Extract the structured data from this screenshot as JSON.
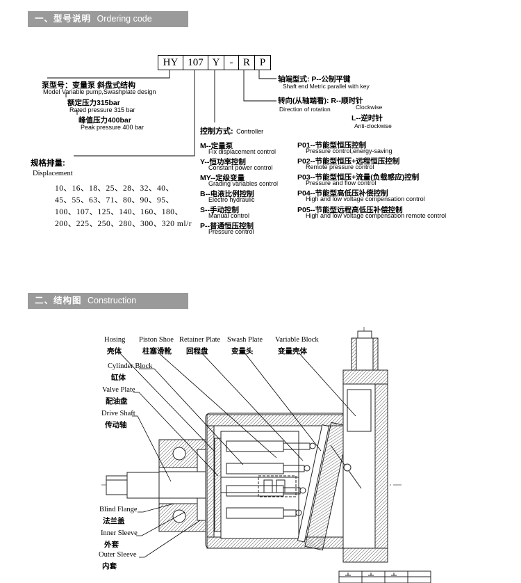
{
  "section1": {
    "title_cn": "一、型号说明",
    "title_en": "Ordering code"
  },
  "section2": {
    "title_cn": "二、结构图",
    "title_en": "Construction"
  },
  "code": {
    "cells": [
      "HY",
      "107",
      "Y",
      "-",
      "R",
      "P"
    ]
  },
  "model_block": {
    "cn1": "泵型号：变量泵  斜盘式结构",
    "en1": "Model  Variable pump,Swashplate design",
    "cn2": "额定压力315bar",
    "en2": "Rated pressure 315 bar",
    "cn3": "峰值压力400bar",
    "en3": "Peak pressure 400 bar"
  },
  "displacement": {
    "label_cn": "规格排量:",
    "label_en": "Displacement",
    "rows": [
      "10、16、18、25、28、32、40、",
      "45、55、63、71、80、90、95、",
      "100、107、125、140、160、180、",
      "200、225、250、280、300、320 ml/r"
    ]
  },
  "controller": {
    "label_cn": "控制方式:",
    "label_en": "Controller",
    "items": [
      {
        "cn": "M--定量泵",
        "en": "Fix displacement control"
      },
      {
        "cn": "Y--恒功率控制",
        "en": "Constant power control"
      },
      {
        "cn": "MY--定级变量",
        "en": "Grading variables control"
      },
      {
        "cn": "B--电液比例控制",
        "en": "Electro hydraulic"
      },
      {
        "cn": "S--手动控制",
        "en": "Manual control"
      },
      {
        "cn": "P--普通恒压控制",
        "en": "Pressure control"
      }
    ]
  },
  "p_controls": {
    "items": [
      {
        "cn": "P01--节能型恒压控制",
        "en": "Pressure control,energy-saving"
      },
      {
        "cn": "P02--节能型恒压+远程恒压控制",
        "en": "Remote pressure control"
      },
      {
        "cn": "P03--节能型恒压+流量(负载感应)控制",
        "en": "Pressure and flow control"
      },
      {
        "cn": "P04--节能型高低压补偿控制",
        "en": "High and low voltage compensation control"
      },
      {
        "cn": "P05--节能型远程高低压补偿控制",
        "en": "High and low voltage compensation  remote control"
      }
    ]
  },
  "shaft_end": {
    "cn": "轴端型式:  P--公制平键",
    "en": "Shaft end  Metric parallel with key"
  },
  "rotation": {
    "cn": "转向(从轴端看):  R--顺时针",
    "en": "Direction of rotation",
    "cw": "Clockwise",
    "l_cn": "L--逆时针",
    "ccw": "Anti-clockwise"
  },
  "construction": {
    "top_labels": [
      {
        "en": "Hosing",
        "cn": "壳体"
      },
      {
        "en": "Piston Shoe",
        "cn": "柱塞滑靴"
      },
      {
        "en": "Retainer Plate",
        "cn": "回程盘"
      },
      {
        "en": "Swash Plate",
        "cn": "变量头"
      },
      {
        "en": "Variable Block",
        "cn": "变量壳体"
      }
    ],
    "side_labels": [
      {
        "en": "Cylinder Block",
        "cn": "缸体"
      },
      {
        "en": "Valve Plate",
        "cn": "配油盘"
      },
      {
        "en": "Drive Shaft",
        "cn": "传动轴"
      },
      {
        "en": "Blind Flange",
        "cn": "法兰盖"
      },
      {
        "en": "Inner Sleeve",
        "cn": "外套"
      },
      {
        "en": "Outer Sleeve",
        "cn": "内套"
      }
    ]
  }
}
